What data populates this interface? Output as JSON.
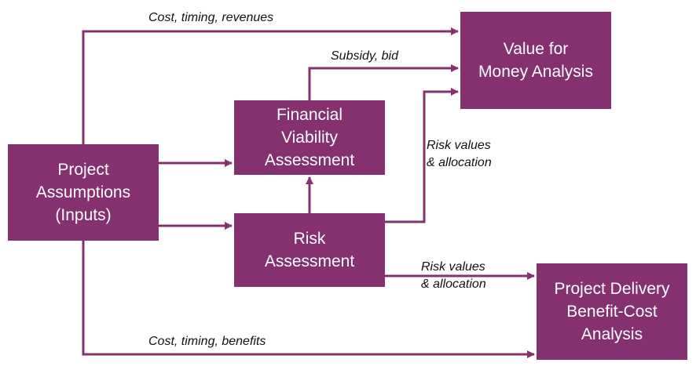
{
  "colors": {
    "box_fill": "#85306f",
    "box_text": "#ffffff",
    "arrow": "#85306f",
    "label_text": "#111111"
  },
  "nodes": {
    "project_assumptions": {
      "lines": [
        "Project",
        "Assumptions",
        "(Inputs)"
      ]
    },
    "financial_viability": {
      "lines": [
        "Financial",
        "Viability",
        "Assessment"
      ]
    },
    "risk_assessment": {
      "lines": [
        "Risk",
        "Assessment"
      ]
    },
    "value_for_money": {
      "lines": [
        "Value for",
        "Money Analysis"
      ]
    },
    "project_delivery": {
      "lines": [
        "Project Delivery",
        "Benefit-Cost",
        "Analysis"
      ]
    }
  },
  "edges": {
    "cost_timing_revenues": {
      "label": "Cost, timing, revenues"
    },
    "subsidy_bid": {
      "label": "Subsidy, bid"
    },
    "risk_values_to_vfm": {
      "lines": [
        "Risk values",
        "& allocation"
      ]
    },
    "risk_values_to_delivery": {
      "lines": [
        "Risk values",
        "& allocation"
      ]
    },
    "cost_timing_benefits": {
      "label": "Cost, timing, benefits"
    }
  }
}
